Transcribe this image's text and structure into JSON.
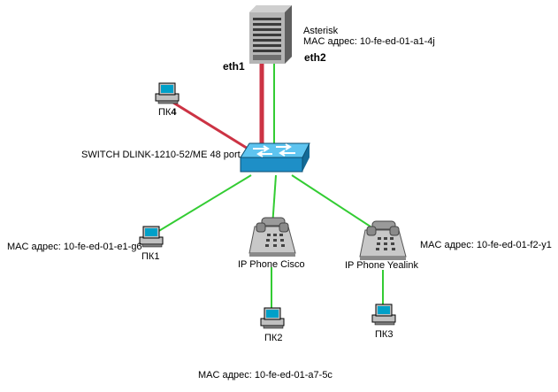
{
  "server": {
    "name": "Asterisk",
    "mac": "MAC адрес: 10-fe-ed-01-a1-4j",
    "eth1": "eth1",
    "eth2": "eth2"
  },
  "switch": {
    "label": "SWITCH DLINK-1210-52/ME 48 port"
  },
  "pc4": {
    "prefix": "ПК",
    "number": "4"
  },
  "pc1": {
    "label": "ПК1",
    "mac": "MAC адрес: 10-fe-ed-01-e1-g6"
  },
  "phone_cisco": {
    "label": "IP Phone Cisco"
  },
  "phone_yealink": {
    "label": "IP Phone Yealink",
    "mac": "MAC адрес: 10-fe-ed-01-f2-y1"
  },
  "pc2": {
    "label": "ПК2"
  },
  "pc3": {
    "label": "ПК3"
  },
  "bottom_mac": "MAC адрес: 10-fe-ed-01-a7-5c",
  "colors": {
    "green_link": "#33cc33",
    "red_link": "#cc3344",
    "switch_blue": "#2f9fd6"
  }
}
